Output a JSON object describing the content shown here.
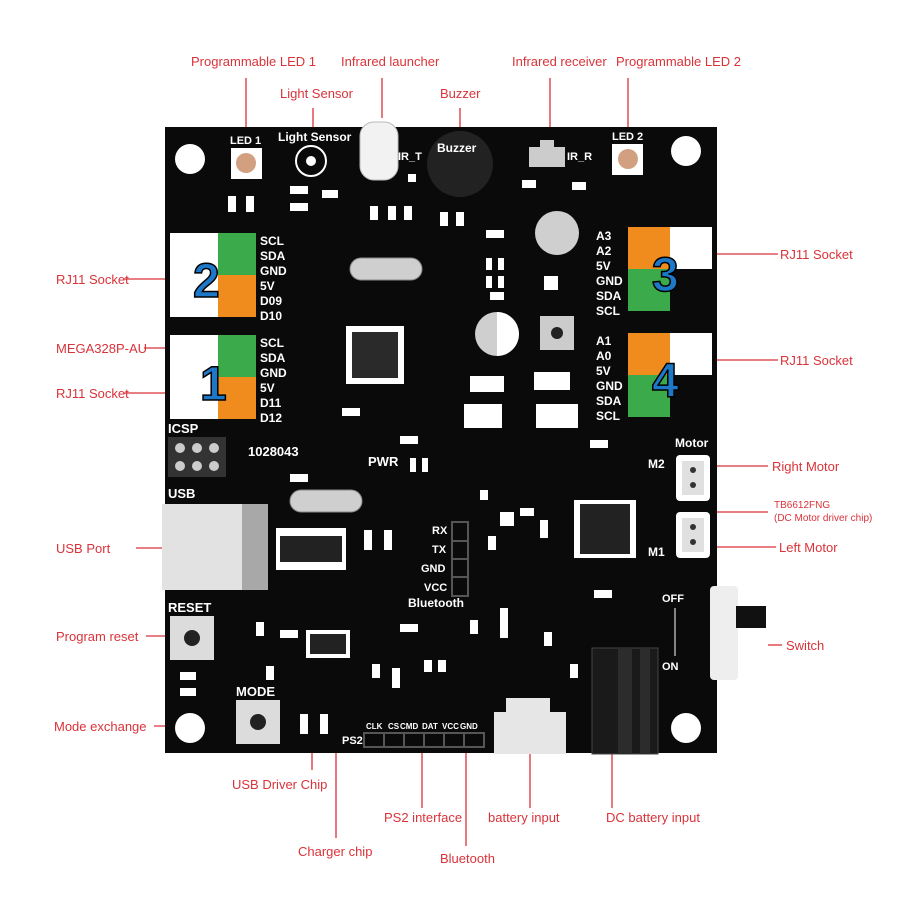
{
  "board": {
    "led1": "LED 1",
    "light_sensor": "Light Sensor",
    "ir_t": "IR_T",
    "buzzer": "Buzzer",
    "ir_r": "IR_R",
    "led2": "LED 2",
    "port1": "1",
    "port2": "2",
    "port3": "3",
    "port4": "4",
    "port2_pins": [
      "SCL",
      "SDA",
      "GND",
      "5V",
      "D09",
      "D10"
    ],
    "port1_pins": [
      "SCL",
      "SDA",
      "GND",
      "5V",
      "D11",
      "D12"
    ],
    "port3_pins": [
      "A3",
      "A2",
      "5V",
      "GND",
      "SDA",
      "SCL"
    ],
    "port4_pins": [
      "A1",
      "A0",
      "5V",
      "GND",
      "SDA",
      "SCL"
    ],
    "icsp": "ICSP",
    "board_id": "1028043",
    "pwr": "PWR",
    "usb": "USB",
    "motor": "Motor",
    "m2": "M2",
    "m1": "M1",
    "rx": "RX",
    "tx": "TX",
    "gnd": "GND",
    "vcc": "VCC",
    "bluetooth": "Bluetooth",
    "reset": "RESET",
    "mode": "MODE",
    "off": "OFF",
    "on": "ON",
    "ps2": "PS2",
    "ps2_pins": [
      "CLK",
      "CS",
      "CMD",
      "DAT",
      "VCC",
      "GND"
    ]
  },
  "callouts": {
    "prog_led1": "Programmable LED 1",
    "ir_launcher": "Infrared launcher",
    "ir_receiver": "Infrared receiver",
    "prog_led2": "Programmable LED 2",
    "light_sensor": "Light Sensor",
    "buzzer": "Buzzer",
    "rj11_left_top": "RJ11 Socket",
    "rj11_left_bottom": "RJ11 Socket",
    "rj11_right_top": "RJ11 Socket",
    "rj11_right_bottom": "RJ11 Socket",
    "mcu": "MEGA328P-AU",
    "usb_port": "USB Port",
    "program_reset": "Program reset",
    "mode_exchange": "Mode exchange",
    "right_motor": "Right Motor",
    "motor_driver_line1": "TB6612FNG",
    "motor_driver_line2": "(DC Motor driver chip)",
    "left_motor": "Left Motor",
    "switch": "Switch",
    "usb_driver": "USB Driver Chip",
    "charger": "Charger chip",
    "ps2_interface": "PS2 interface",
    "bluetooth": "Bluetooth",
    "battery_input": "battery input",
    "dc_battery_input": "DC battery input"
  },
  "colors": {
    "callout_red": "#d9333a",
    "board_black": "#0a0a0a",
    "port_green": "#3aaa4a",
    "port_orange": "#f08c1e",
    "number_blue": "#1e78c8"
  }
}
